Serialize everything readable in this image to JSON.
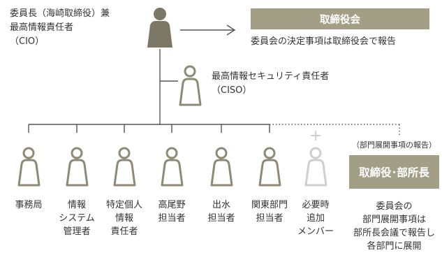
{
  "chairman": {
    "lines": [
      "委員長（海崎取締役）兼",
      "最高情報責任者",
      "（CIO）"
    ],
    "icon": "person-icon"
  },
  "board": {
    "box_label": "取締役会",
    "note": "委員会の決定事項は取締役会で報告"
  },
  "ciso": {
    "lines": [
      "最高情報セキュリティ責任者",
      "（CISO）"
    ],
    "icon": "person-outline-icon"
  },
  "members": [
    {
      "lines": [
        "事務局"
      ]
    },
    {
      "lines": [
        "情報",
        "システム",
        "管理者"
      ]
    },
    {
      "lines": [
        "特定個人",
        "情報",
        "責任者"
      ]
    },
    {
      "lines": [
        "高尾野",
        "担当者"
      ]
    },
    {
      "lines": [
        "出水",
        "担当者"
      ]
    },
    {
      "lines": [
        "関東部門",
        "担当者"
      ]
    },
    {
      "lines": [
        "必要時",
        "追加",
        "メンバー"
      ]
    }
  ],
  "plus_glyph": "+",
  "dept": {
    "tag": "（部門展開事項の報告）",
    "box_label": "取締役･部所長",
    "note_lines": [
      "委員会の",
      "部門展開事項は",
      "部所長会議で報告し",
      "各部門に展開"
    ]
  },
  "colors": {
    "accent": "#a39f87",
    "icon_dark": "#7d7866",
    "icon_outline": "#8f8a75",
    "icon_light": "#cfcfcf",
    "line": "#555555"
  }
}
